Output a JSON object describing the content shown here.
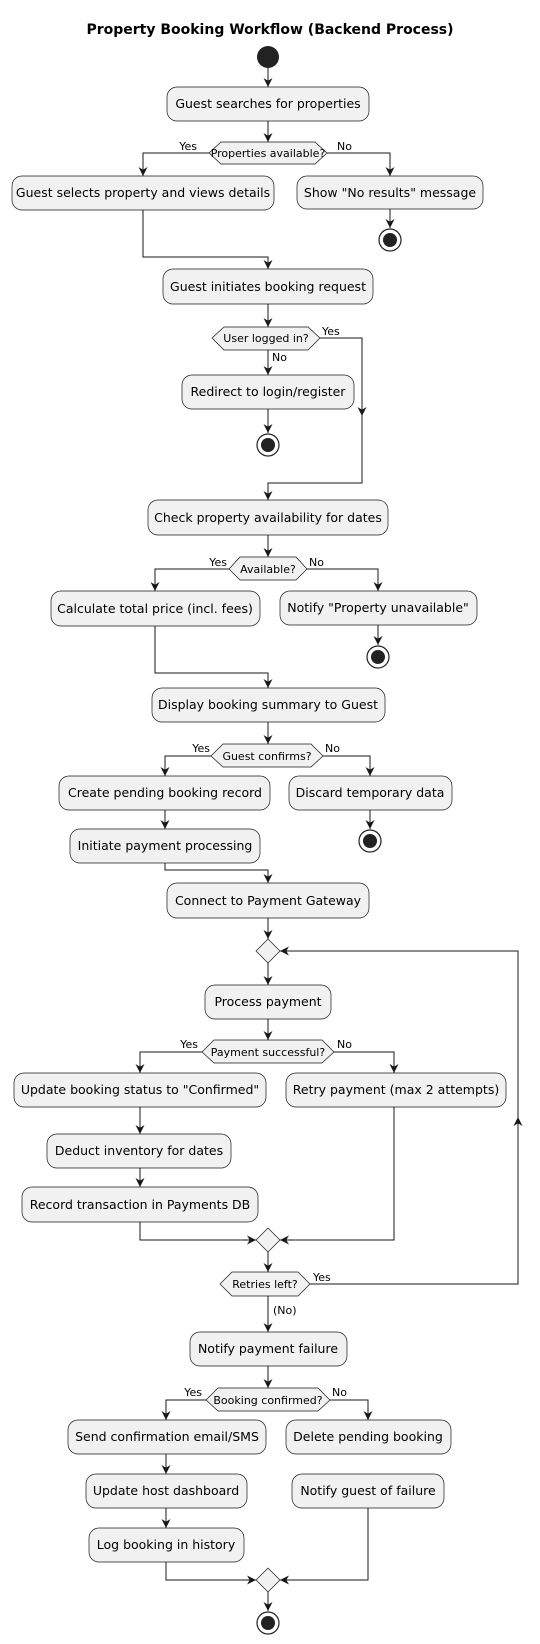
{
  "title": "Property Booking Workflow (Backend Process)",
  "nodes": {
    "search": "Guest searches for properties",
    "select": "Guest selects property and views details",
    "noresults": "Show \"No results\" message",
    "initiate": "Guest initiates booking request",
    "redirect": "Redirect to login/register",
    "check": "Check property availability for dates",
    "calc": "Calculate total price (incl. fees)",
    "unavail": "Notify \"Property unavailable\"",
    "summary": "Display booking summary to Guest",
    "pending": "Create pending booking record",
    "discard": "Discard temporary data",
    "initpay": "Initiate payment processing",
    "gateway": "Connect to Payment Gateway",
    "process": "Process payment",
    "confirmed": "Update booking status to \"Confirmed\"",
    "retry": "Retry payment (max 2 attempts)",
    "deduct": "Deduct inventory for dates",
    "record": "Record transaction in Payments DB",
    "payfail": "Notify payment failure",
    "email": "Send confirmation email/SMS",
    "delete": "Delete pending booking",
    "host": "Update host dashboard",
    "notifyfail": "Notify guest of failure",
    "log": "Log booking in history"
  },
  "decisions": {
    "available_props": "Properties available?",
    "logged_in": "User logged in?",
    "available": "Available?",
    "guest_confirms": "Guest confirms?",
    "payment_ok": "Payment successful?",
    "retries_left": "Retries left?",
    "booking_confirmed": "Booking confirmed?"
  },
  "labels": {
    "yes": "Yes",
    "no": "No",
    "no_paren": "(No)"
  }
}
